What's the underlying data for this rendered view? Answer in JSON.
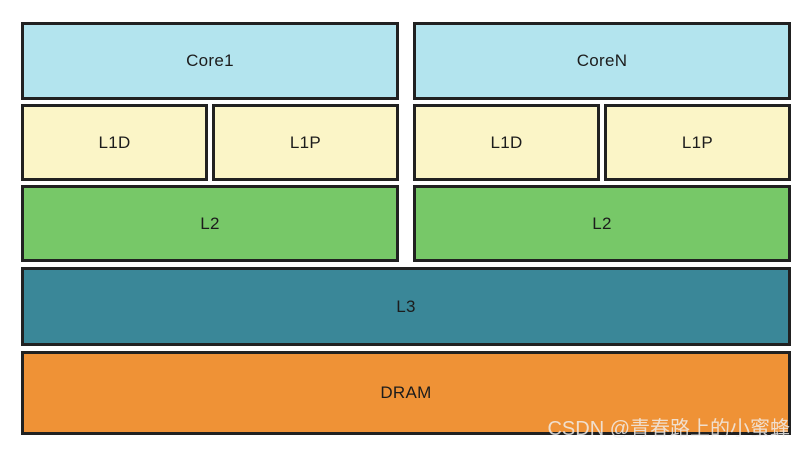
{
  "diagram": {
    "type": "block-diagram",
    "description": "Multi-core CPU cache and memory hierarchy",
    "cores": [
      {
        "core": "Core1",
        "l1d": "L1D",
        "l1p": "L1P",
        "l2": "L2"
      },
      {
        "core": "CoreN",
        "l1d": "L1D",
        "l1p": "L1P",
        "l2": "L2"
      }
    ],
    "shared": {
      "l3": "L3",
      "dram": "DRAM"
    },
    "colors": {
      "core_fill": "#b3e4ee",
      "l1_fill": "#fbf5c7",
      "l2_fill": "#77c868",
      "l3_fill": "#3a8798",
      "dram_fill": "#ef9236",
      "border": "#212121",
      "label_text": "#1c1c1c",
      "background": "#ffffff",
      "watermark_text": "#f0f0f0"
    },
    "watermark": {
      "text": "CSDN @青春路上的小蜜蜂"
    }
  }
}
